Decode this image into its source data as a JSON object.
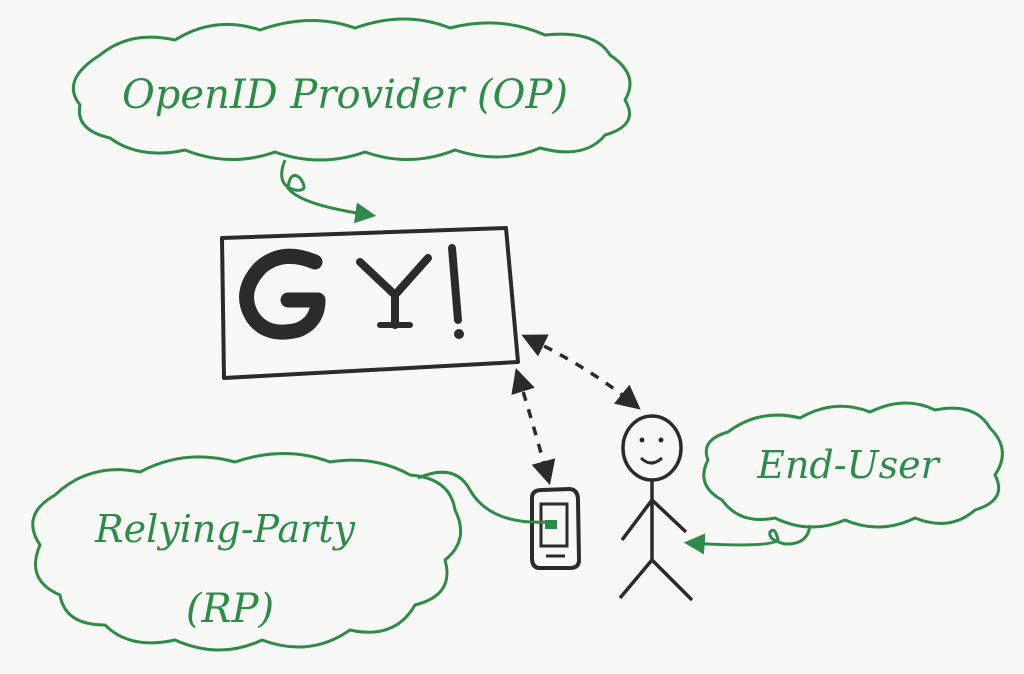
{
  "labels": {
    "openid_provider": "OpenID Provider (OP)",
    "relying_party_line1": "Relying-Party",
    "relying_party_line2": "(RP)",
    "end_user": "End-User",
    "provider_logos": "G Y!"
  },
  "colors": {
    "ink_green": "#2e8b4a",
    "ink_dark": "#2b2b2b",
    "paper": "#f8f8f6"
  }
}
